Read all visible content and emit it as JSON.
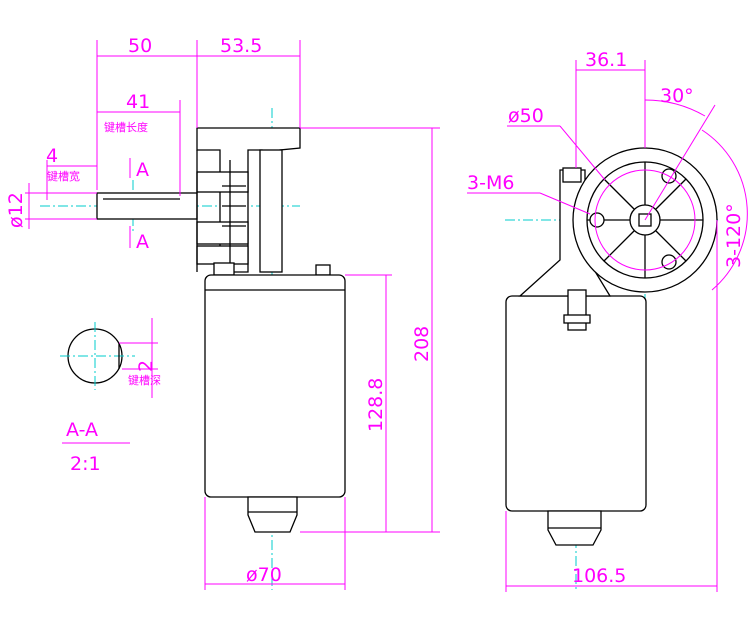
{
  "side_view": {
    "dim_50": "50",
    "dim_53_5": "53.5",
    "dim_41": "41",
    "keyway_length_label": "键槽长度",
    "dim_4": "4",
    "keyway_width_label": "键槽宽",
    "dim_phi12": "ø12",
    "section_mark_top": "A",
    "section_mark_bottom": "A",
    "dim_208": "208",
    "dim_128_8": "128.8",
    "dim_phi70": "ø70"
  },
  "section_view": {
    "dim_2": "2",
    "keyway_depth_label": "键槽深",
    "title": "A-A",
    "scale": "2:1"
  },
  "end_view": {
    "dim_36_1": "36.1",
    "dim_30deg": "30°",
    "dim_phi50": "ø50",
    "dim_3_m6": "3-M6",
    "dim_3_120deg": "3-120°",
    "dim_106_5": "106.5"
  },
  "colors": {
    "outline": "#000000",
    "dimension": "#ff00ff",
    "centerline": "#00cccc",
    "background": "#ffffff"
  }
}
